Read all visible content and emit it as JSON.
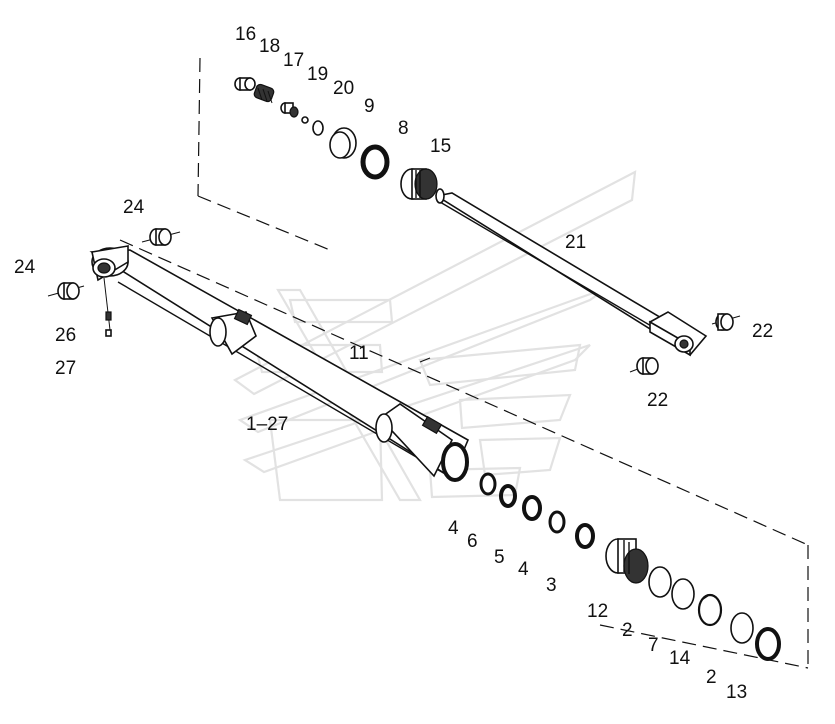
{
  "labels": [
    {
      "id": "l16",
      "text": "16"
    },
    {
      "id": "l18",
      "text": "18"
    },
    {
      "id": "l17",
      "text": "17"
    },
    {
      "id": "l19",
      "text": "19"
    },
    {
      "id": "l20",
      "text": "20"
    },
    {
      "id": "l9",
      "text": "9"
    },
    {
      "id": "l8",
      "text": "8"
    },
    {
      "id": "l15",
      "text": "15"
    },
    {
      "id": "l21",
      "text": "21"
    },
    {
      "id": "l24a",
      "text": "24"
    },
    {
      "id": "l24b",
      "text": "24"
    },
    {
      "id": "l26",
      "text": "26"
    },
    {
      "id": "l27",
      "text": "27"
    },
    {
      "id": "l11",
      "text": "11"
    },
    {
      "id": "l1_27",
      "text": "1–27"
    },
    {
      "id": "l22a",
      "text": "22"
    },
    {
      "id": "l22b",
      "text": "22"
    },
    {
      "id": "l4a",
      "text": "4"
    },
    {
      "id": "l6",
      "text": "6"
    },
    {
      "id": "l5",
      "text": "5"
    },
    {
      "id": "l4b",
      "text": "4"
    },
    {
      "id": "l3",
      "text": "3"
    },
    {
      "id": "l12",
      "text": "12"
    },
    {
      "id": "l2a",
      "text": "2"
    },
    {
      "id": "l7",
      "text": "7"
    },
    {
      "id": "l14",
      "text": "14"
    },
    {
      "id": "l2b",
      "text": "2"
    },
    {
      "id": "l13",
      "text": "13"
    }
  ]
}
